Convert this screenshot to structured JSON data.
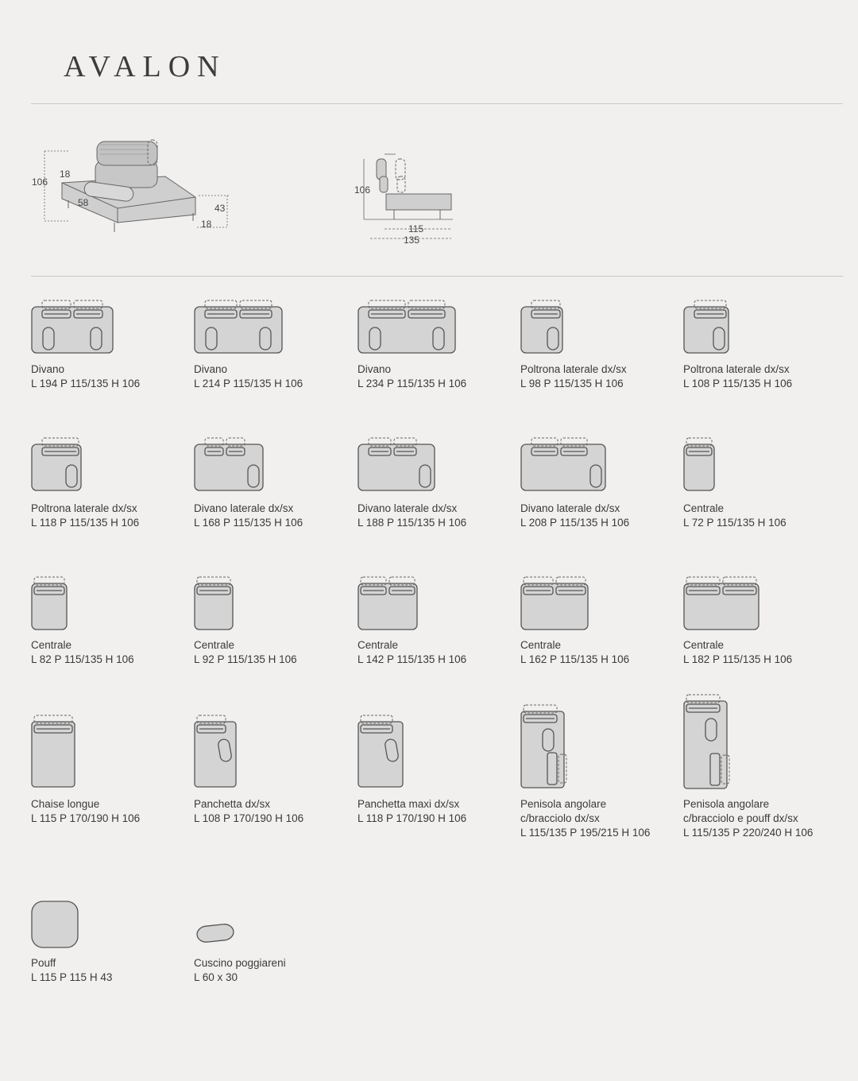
{
  "title": "AVALON",
  "overview": {
    "perspective_dims": {
      "height": "106",
      "back_cushion": "18",
      "seat_cushion": "58",
      "seat_height": "43",
      "base": "18"
    },
    "side_dims": {
      "height": "106",
      "depth_min": "115",
      "depth_max": "135"
    }
  },
  "items": [
    {
      "name": "Divano",
      "dims": "L 194 P 115/135 H 106",
      "icon": "sofa-two-arms"
    },
    {
      "name": "Divano",
      "dims": "L 214 P 115/135 H 106",
      "icon": "sofa-two-arms"
    },
    {
      "name": "Divano",
      "dims": "L 234 P 115/135 H 106",
      "icon": "sofa-two-arms"
    },
    {
      "name": "Poltrona laterale dx/sx",
      "dims": "L 98 P 115/135 H 106",
      "icon": "armchair-side"
    },
    {
      "name": "Poltrona laterale dx/sx",
      "dims": "L 108 P 115/135 H 106",
      "icon": "armchair-side"
    },
    {
      "name": "Poltrona laterale dx/sx",
      "dims": "L 118 P 115/135 H 106",
      "icon": "armchair-side"
    },
    {
      "name": "Divano laterale dx/sx",
      "dims": "L 168 P 115/135 H 106",
      "icon": "sofa-side"
    },
    {
      "name": "Divano laterale dx/sx",
      "dims": "L 188 P 115/135 H 106",
      "icon": "sofa-side"
    },
    {
      "name": "Divano laterale dx/sx",
      "dims": "L 208 P 115/135 H 106",
      "icon": "sofa-side"
    },
    {
      "name": "Centrale",
      "dims": "L 72 P 115/135 H 106",
      "icon": "central"
    },
    {
      "name": "Centrale",
      "dims": "L 82 P 115/135 H 106",
      "icon": "central"
    },
    {
      "name": "Centrale",
      "dims": "L 92 P 115/135 H 106",
      "icon": "central"
    },
    {
      "name": "Centrale",
      "dims": "L 142 P 115/135 H 106",
      "icon": "central"
    },
    {
      "name": "Centrale",
      "dims": "L 162 P 115/135 H 106",
      "icon": "central"
    },
    {
      "name": "Centrale",
      "dims": "L 182 P 115/135 H 106",
      "icon": "central"
    },
    {
      "name": "Chaise longue",
      "dims": "L 115 P 170/190 H 106",
      "icon": "chaise-longue"
    },
    {
      "name": "Panchetta dx/sx",
      "dims": "L 108 P 170/190 H 106",
      "icon": "bench"
    },
    {
      "name": "Panchetta maxi dx/sx",
      "dims": "L 118 P 170/190 H 106",
      "icon": "bench-maxi"
    },
    {
      "name": "Penisola angolare",
      "name2": "c/bracciolo dx/sx",
      "dims": "L 115/135 P 195/215 H 106",
      "icon": "peninsula"
    },
    {
      "name": "Penisola angolare",
      "name2": "c/bracciolo e pouff dx/sx",
      "dims": "L 115/135 P 220/240 H 106",
      "icon": "peninsula-pouf"
    },
    {
      "name": "Pouff",
      "dims": "L 115 P 115 H 43",
      "icon": "pouf"
    },
    {
      "name": "Cuscino poggiareni",
      "dims": "L 60 x 30",
      "icon": "lumbar-cushion"
    }
  ]
}
